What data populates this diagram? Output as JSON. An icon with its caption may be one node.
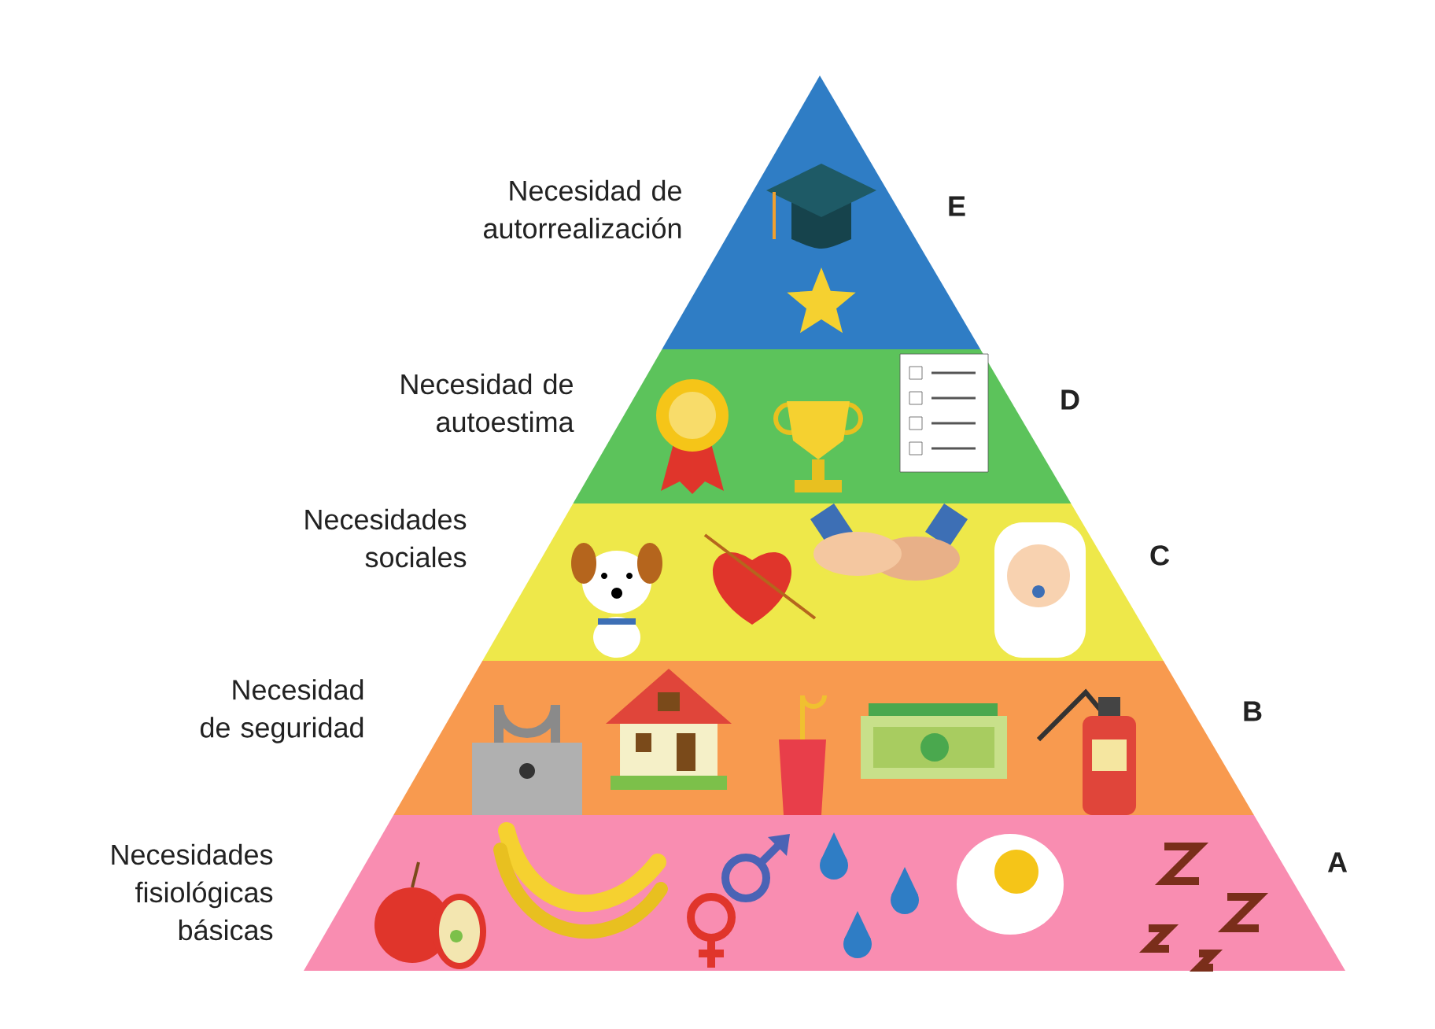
{
  "diagram": {
    "nodes": [
      {
        "text": [
          "Necesidad de autorrealización"
        ],
        "beside": [
          "E"
        ]
      },
      {
        "text": [
          "Necesidad de autoestima"
        ],
        "beside": [
          "D"
        ]
      },
      {
        "text": [
          "Necesidades sociales"
        ],
        "beside": [
          "C"
        ]
      },
      {
        "text": [
          "Necesidad de seguridad"
        ],
        "beside": [
          "B"
        ]
      },
      {
        "text": [
          "Necesidades fisiológicas básicas"
        ],
        "beside": [
          "A"
        ]
      }
    ]
  }
}
